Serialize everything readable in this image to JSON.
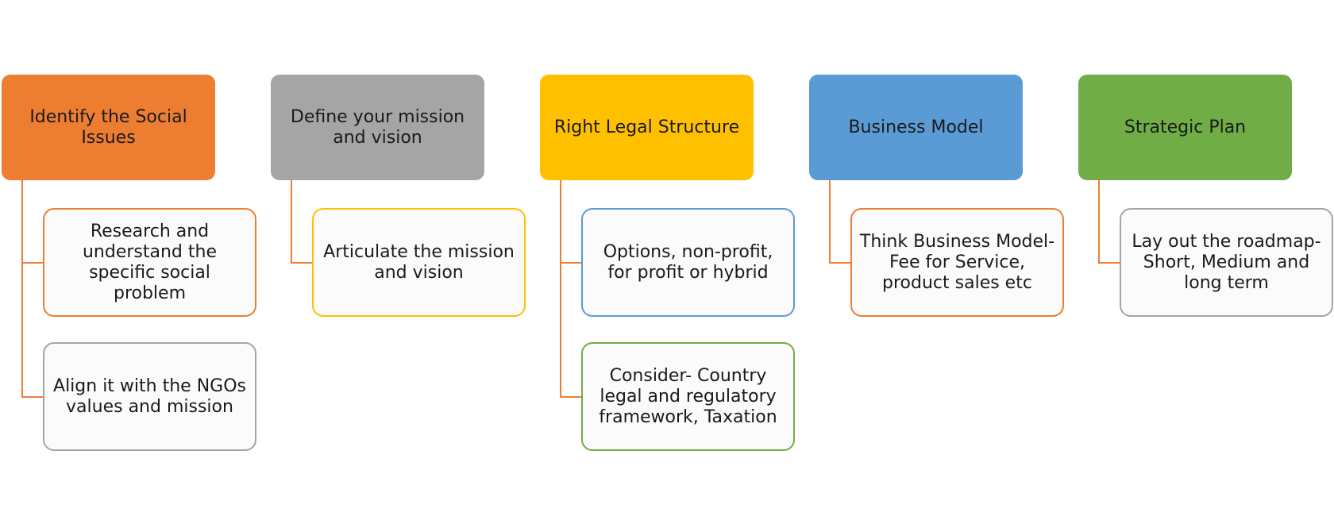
{
  "diagram": {
    "columns": [
      {
        "header": "Identify the Social Issues",
        "color": "#ed7d31",
        "children": [
          {
            "text": "Research and understand the specific social problem",
            "border_color": "#ed7d31"
          },
          {
            "text": "Align it with the NGOs values and mission",
            "border_color": "#a5a5a5"
          }
        ]
      },
      {
        "header": "Define your mission and vision",
        "color": "#a5a5a5",
        "children": [
          {
            "text": "Articulate the mission and vision",
            "border_color": "#ffc000"
          }
        ]
      },
      {
        "header": "Right Legal Structure",
        "color": "#ffc000",
        "children": [
          {
            "text": "Options, non-profit, for profit or hybrid",
            "border_color": "#5b9bd5"
          },
          {
            "text": "Consider- Country legal and regulatory framework, Taxation",
            "border_color": "#70ad47"
          }
        ]
      },
      {
        "header": "Business Model",
        "color": "#5b9bd5",
        "children": [
          {
            "text": "Think Business Model- Fee for Service, product sales etc",
            "border_color": "#ed7d31"
          }
        ]
      },
      {
        "header": "Strategic Plan",
        "color": "#70ad47",
        "children": [
          {
            "text": "Lay out the roadmap- Short, Medium and long term",
            "border_color": "#a5a5a5"
          }
        ]
      }
    ],
    "connector_color": "#ed7d31"
  }
}
